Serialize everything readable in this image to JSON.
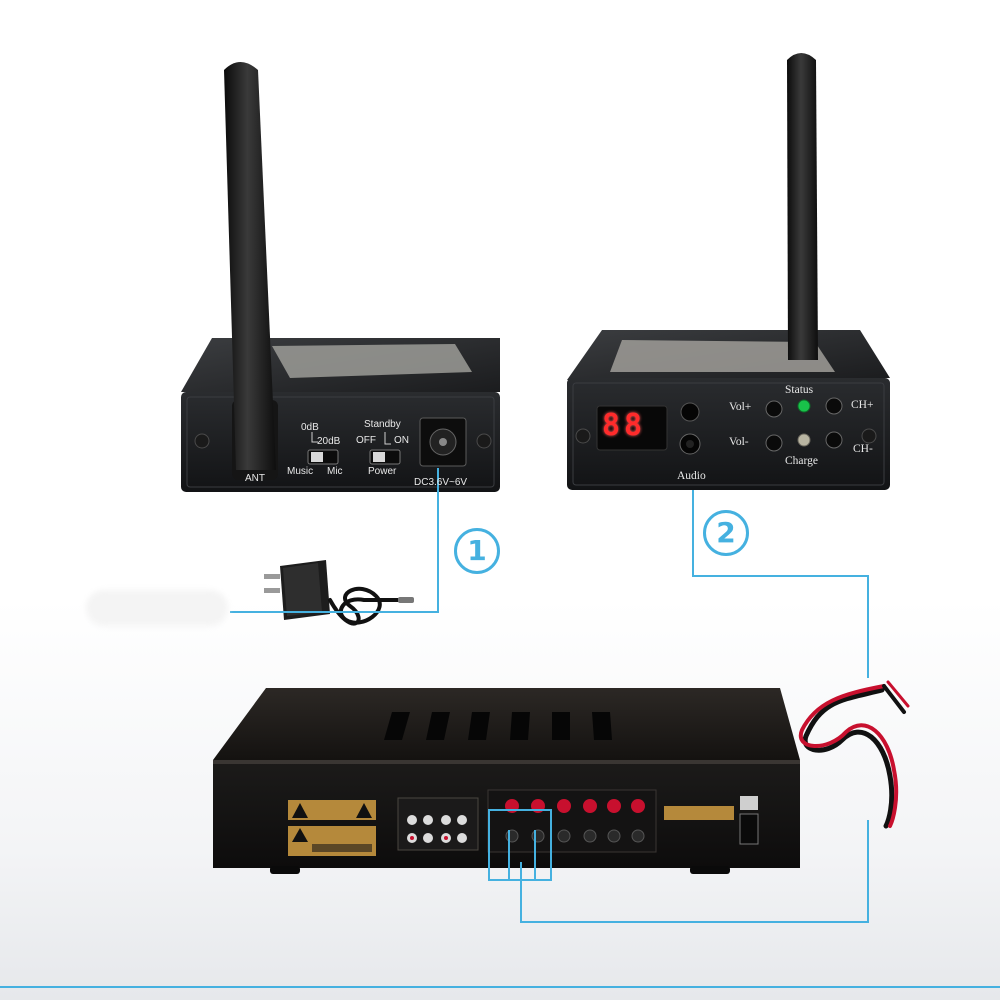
{
  "transmitter": {
    "ant": "ANT",
    "gain_0db": "0dB",
    "gain_20db": "20dB",
    "music": "Music",
    "mic": "Mic",
    "standby": "Standby",
    "off": "OFF",
    "on": "ON",
    "power": "Power",
    "dc_input": "DC3.6V~6V"
  },
  "receiver": {
    "display": "88",
    "vol_up": "Vol+",
    "vol_down": "Vol-",
    "status": "Status",
    "charge": "Charge",
    "ch_up": "CH+",
    "ch_down": "CH-",
    "audio": "Audio"
  },
  "steps": [
    "1",
    "2"
  ],
  "colors": {
    "connector_line": "#45b1e0",
    "device_body": "#1a1c1e",
    "speaker_terminal": "#c8102e",
    "status_led": "#19c24a"
  }
}
